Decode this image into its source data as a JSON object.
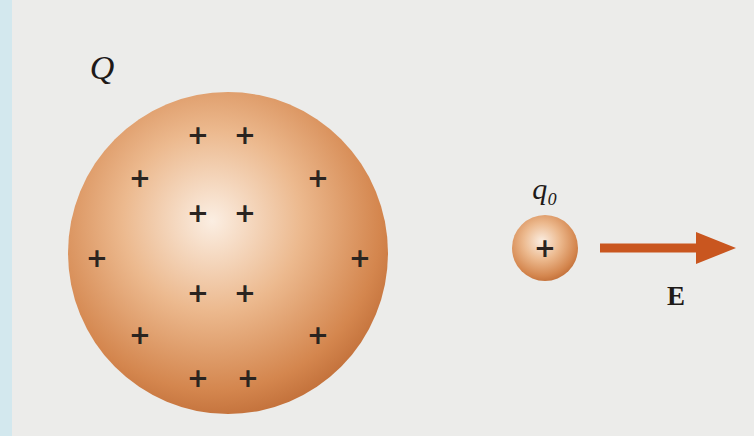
{
  "diagram": {
    "nodes": [
      {
        "text": [
          "Q",
          "+",
          "+",
          "+",
          "+",
          "+",
          "+",
          "+",
          "+",
          "+",
          "+",
          "+",
          "+",
          "+",
          "+"
        ]
      },
      {
        "text": [
          "q₀",
          "+"
        ]
      }
    ],
    "labels": [
      "E"
    ]
  }
}
